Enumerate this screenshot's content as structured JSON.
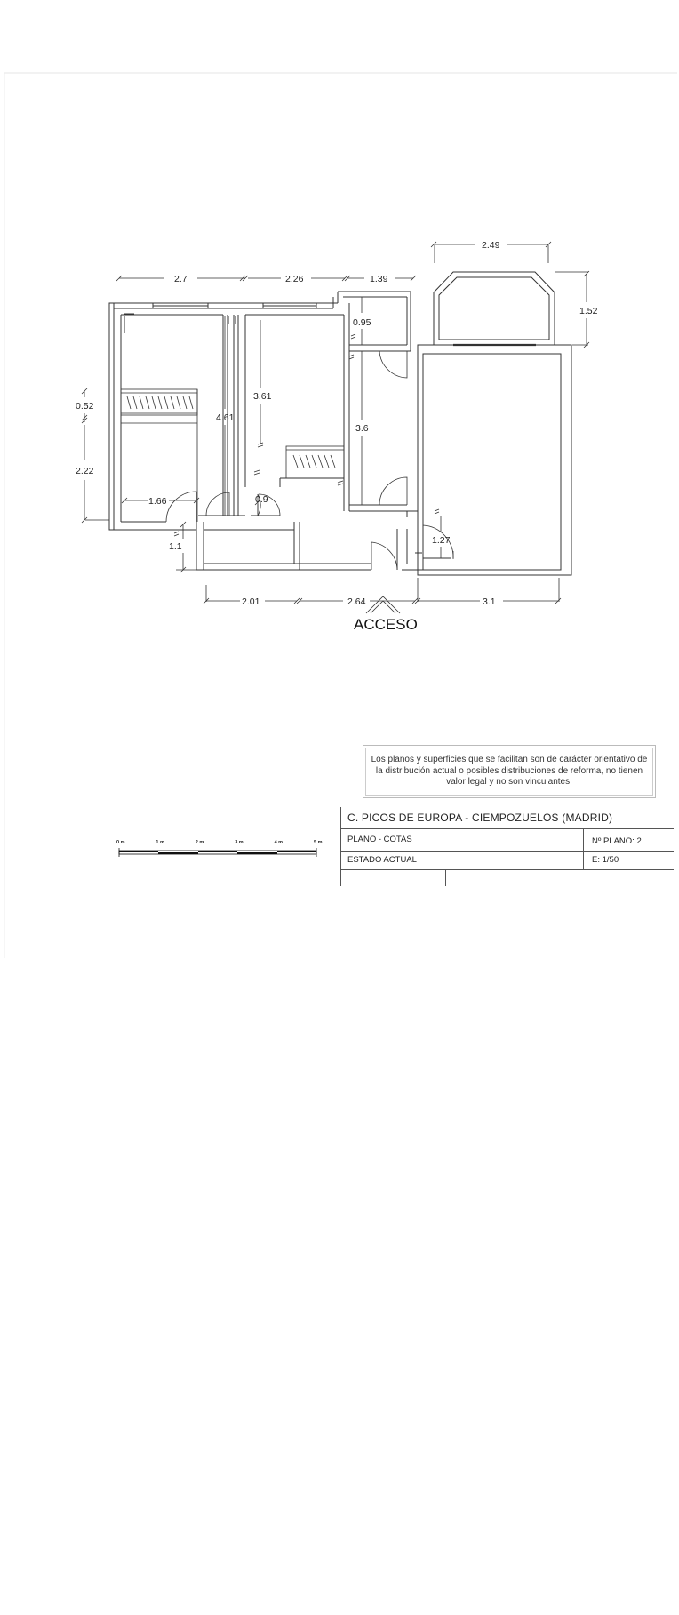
{
  "plan": {
    "dimensions": {
      "top_left": "2.7",
      "top_mid": "2.26",
      "top_right": "1.39",
      "balcony_width": "2.49",
      "balcony_depth": "1.52",
      "left_upper": "0.52",
      "left_lower": "2.22",
      "bedroom1_inner": "4.61",
      "bedroom2_inner": "3.61",
      "bath_small": "0.95",
      "bath_tall": "3.6",
      "door_bed1": "1.66",
      "corridor": "0.9",
      "hall_depth": "1.1",
      "entry_small": "1.27",
      "bottom_left": "2.01",
      "bottom_mid": "2.64",
      "bottom_right": "3.1"
    },
    "access_label": "ACCESO"
  },
  "scale_bar": {
    "labels": [
      "0 m",
      "1 m",
      "2 m",
      "3 m",
      "4 m",
      "5 m"
    ]
  },
  "disclaimer": "Los planos y superficies que se facilitan son de carácter orientativo de la distribución actual o posibles distribuciones de reforma, no tienen valor legal y no son vinculantes.",
  "title_block": {
    "title": "C.  PICOS DE EUROPA - CIEMPOZUELOS   (MADRID)",
    "plan_type": "PLANO   -  COTAS",
    "plan_number": "Nº PLANO:  2",
    "state": "ESTADO  ACTUAL",
    "scale": "E: 1/50"
  }
}
